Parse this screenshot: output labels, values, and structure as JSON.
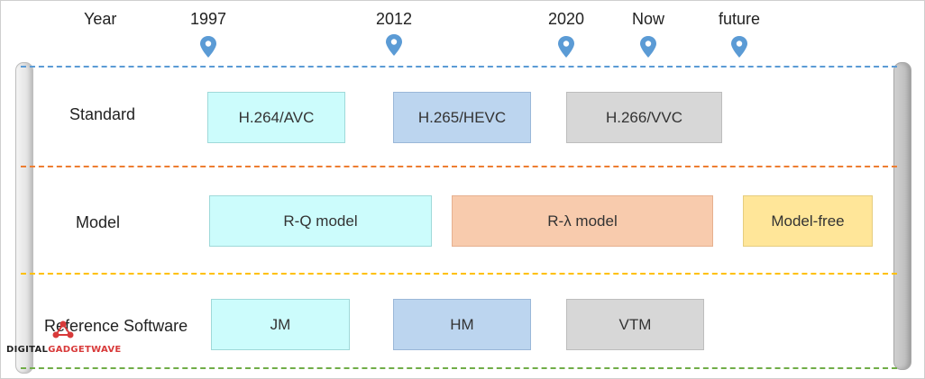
{
  "timeline": {
    "year_label": "Year",
    "years": [
      "1997",
      "2012",
      "2020",
      "Now",
      "future"
    ],
    "pin_color": "#5b9bd5"
  },
  "rows": {
    "standard": {
      "label": "Standard",
      "items": [
        "H.264/AVC",
        "H.265/HEVC",
        "H.266/VVC"
      ]
    },
    "model": {
      "label": "Model",
      "items": [
        "R-Q model",
        "R-λ model",
        "Model-free"
      ]
    },
    "reference_software": {
      "label": "Reference Software",
      "items": [
        "JM",
        "HM",
        "VTM"
      ]
    }
  },
  "colors": {
    "cyan": "#ccfcfc",
    "blue": "#bcd5ef",
    "gray": "#d7d7d7",
    "salmon": "#f8cbad",
    "yellow": "#ffe699",
    "dash_blue": "#5b9bd5",
    "dash_orange": "#ed7d31",
    "dash_yellow": "#ffc000",
    "dash_green": "#70ad47"
  },
  "watermark": {
    "text_part1": "DIGITAL",
    "text_part2": "GADGETWAVE"
  }
}
